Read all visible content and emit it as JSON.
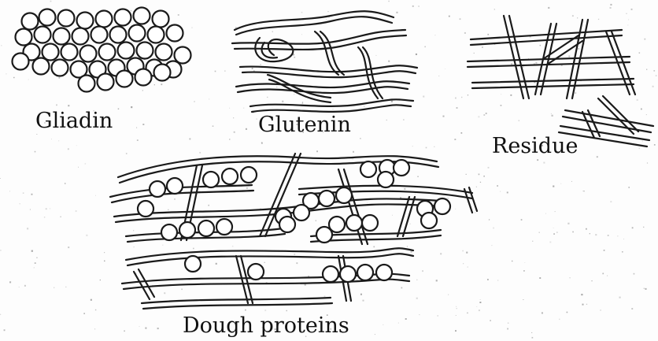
{
  "labels": {
    "gliadin": "Gliadin",
    "glutenin": "Glutenin",
    "residue": "Residue",
    "dough": "Dough proteins"
  }
}
